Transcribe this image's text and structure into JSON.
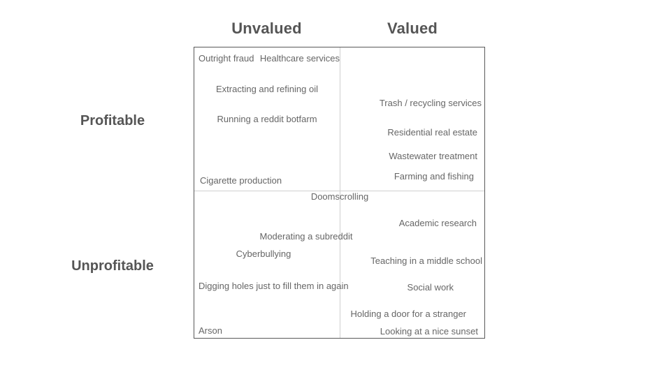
{
  "chart_data": {
    "type": "table",
    "title": "",
    "xlabel": "",
    "ylabel": "",
    "column_headers": [
      "Unvalued",
      "Valued"
    ],
    "row_headers": [
      "Profitable",
      "Unprofitable"
    ],
    "grid": true,
    "legend": "none",
    "quadrants": [
      {
        "row": "Profitable",
        "column": "Unvalued",
        "items": [
          "Outright fraud",
          "Extracting and refining oil",
          "Running a reddit botfarm",
          "Cigarette production"
        ]
      },
      {
        "row": "Profitable",
        "column": "Valued",
        "items": [
          "Healthcare services",
          "Trash / recycling services",
          "Residential real estate",
          "Wastewater treatment",
          "Farming and fishing"
        ]
      },
      {
        "row": "Unprofitable",
        "column": "Unvalued",
        "items": [
          "Doomscrolling",
          "Moderating a subreddit",
          "Cyberbullying",
          "Digging holes just to fill them in again",
          "Arson"
        ]
      },
      {
        "row": "Unprofitable",
        "column": "Valued",
        "items": [
          "Academic research",
          "Teaching in a middle school",
          "Social work",
          "Holding a door for a stranger",
          "Looking at a nice sunset"
        ]
      }
    ]
  },
  "headers": {
    "col_unvalued": "Unvalued",
    "col_valued": "Valued",
    "row_profitable": "Profitable",
    "row_unprofitable": "Unprofitable"
  },
  "items": {
    "outright_fraud": "Outright fraud",
    "healthcare_services": "Healthcare services",
    "extracting_refining_oil": "Extracting and refining oil",
    "trash_recycling_services": "Trash / recycling services",
    "running_reddit_botfarm": "Running a reddit botfarm",
    "residential_real_estate": "Residential real estate",
    "wastewater_treatment": "Wastewater treatment",
    "farming_and_fishing": "Farming and fishing",
    "cigarette_production": "Cigarette production",
    "doomscrolling": "Doomscrolling",
    "academic_research": "Academic research",
    "moderating_a_subreddit": "Moderating a subreddit",
    "cyberbullying": "Cyberbullying",
    "teaching_middle_school": "Teaching in a middle school",
    "digging_holes": "Digging holes just to fill them in again",
    "social_work": "Social work",
    "holding_a_door": "Holding a door for a stranger",
    "arson": "Arson",
    "looking_at_sunset": "Looking at a nice sunset"
  },
  "colors": {
    "background": "#ffffff",
    "header_text": "#555555",
    "item_text": "#666666",
    "matrix_border": "#595959",
    "inner_divider": "#cfcfcf"
  }
}
